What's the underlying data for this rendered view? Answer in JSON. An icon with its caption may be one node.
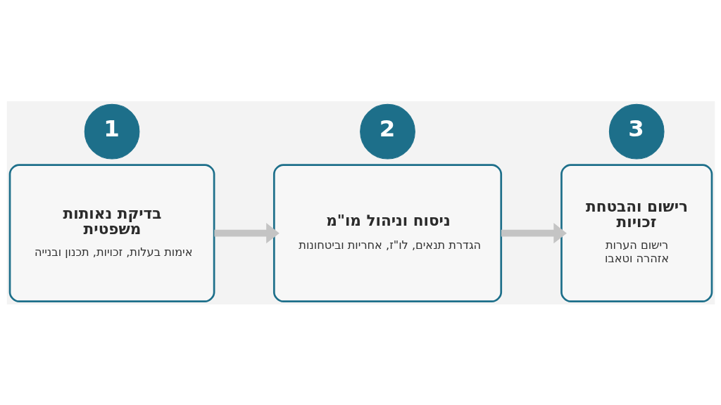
{
  "diagram": {
    "nodes": [
      {
        "text": [
          "1"
        ]
      },
      {
        "text": [
          "בדיקת נאותות משפטית",
          "אימות בעלות, זכויות, תכנון ובנייה"
        ]
      },
      {
        "text": [
          "2"
        ]
      },
      {
        "text": [
          "ניסוח וניהול מו\"מ",
          "הגדרת תנאים, לו\"ז, אחריות וביטחונות"
        ]
      },
      {
        "text": [
          "3"
        ]
      },
      {
        "text": [
          "רישום והבטחת זכויות",
          "רישום הערות אזהרה וטאבו"
        ]
      }
    ],
    "edges": [
      {
        "from": 1,
        "to": 3,
        "arrow": "to"
      },
      {
        "from": 3,
        "to": 5,
        "arrow": "to"
      }
    ]
  }
}
